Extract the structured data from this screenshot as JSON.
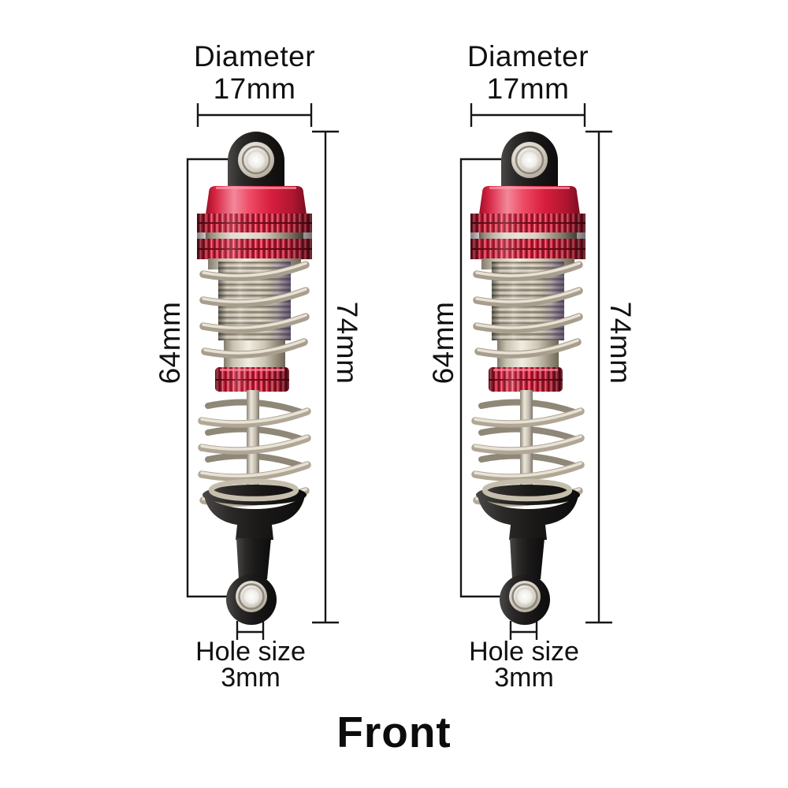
{
  "view_label": "Front",
  "shocks": [
    {
      "diameter": {
        "line1": "Diameter",
        "line2": "17mm"
      },
      "inner_length": "64mm",
      "total_length": "74mm",
      "hole_size": {
        "line1": "Hole size",
        "line2": "3mm"
      }
    },
    {
      "diameter": {
        "line1": "Diameter",
        "line2": "17mm"
      },
      "inner_length": "64mm",
      "total_length": "74mm",
      "hole_size": {
        "line1": "Hole size",
        "line2": "3mm"
      }
    }
  ],
  "colors": {
    "background": "#ffffff",
    "text": "#101010",
    "dimension_line": "#161616",
    "red_anodized": "#d81f3f",
    "red_highlight": "#f98ba0",
    "red_shadow": "#8a0f23",
    "silver_metal": "#c9c1b2",
    "black_part": "#1a1918"
  }
}
